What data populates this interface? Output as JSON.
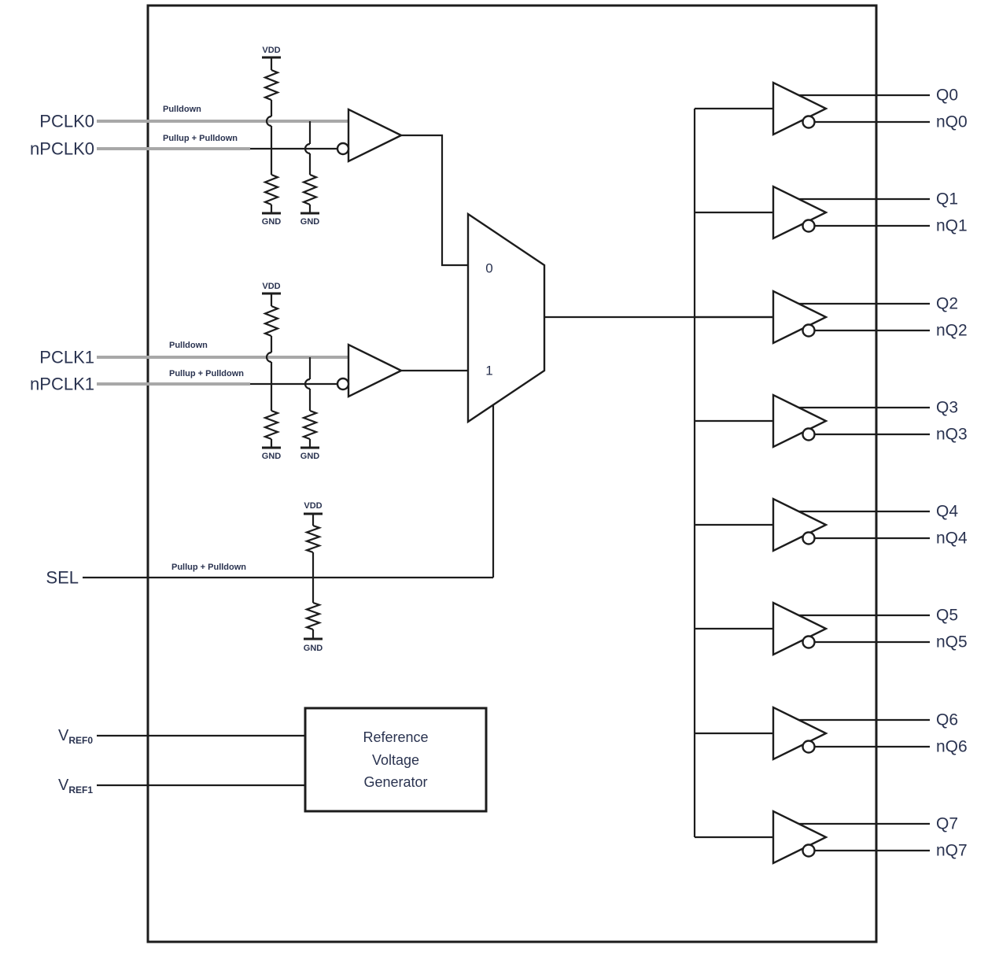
{
  "figure": {
    "description": "clock-fanout-buffer-block-diagram",
    "colors": {
      "line": "#1c1c1c",
      "signal_gray": "#a8a8a8",
      "text": "#2a3350",
      "background": "#ffffff"
    },
    "labels": {
      "vdd": "VDD",
      "gnd": "GND",
      "pulldown_note": "Pulldown",
      "pullup_pulldown_note": "Pullup + Pulldown"
    },
    "inputs": {
      "clk_pairs": [
        {
          "p": "PCLK0",
          "n": "nPCLK0"
        },
        {
          "p": "PCLK1",
          "n": "nPCLK1"
        }
      ],
      "sel": "SEL",
      "vref": [
        {
          "base": "V",
          "sub": "REF0"
        },
        {
          "base": "V",
          "sub": "REF1"
        }
      ]
    },
    "mux": {
      "in0": "0",
      "in1": "1"
    },
    "reference_block": [
      "Reference",
      "Voltage",
      "Generator"
    ],
    "outputs": [
      {
        "q": "Q0",
        "nq": "nQ0"
      },
      {
        "q": "Q1",
        "nq": "nQ1"
      },
      {
        "q": "Q2",
        "nq": "nQ2"
      },
      {
        "q": "Q3",
        "nq": "nQ3"
      },
      {
        "q": "Q4",
        "nq": "nQ4"
      },
      {
        "q": "Q5",
        "nq": "nQ5"
      },
      {
        "q": "Q6",
        "nq": "nQ6"
      },
      {
        "q": "Q7",
        "nq": "nQ7"
      }
    ]
  }
}
